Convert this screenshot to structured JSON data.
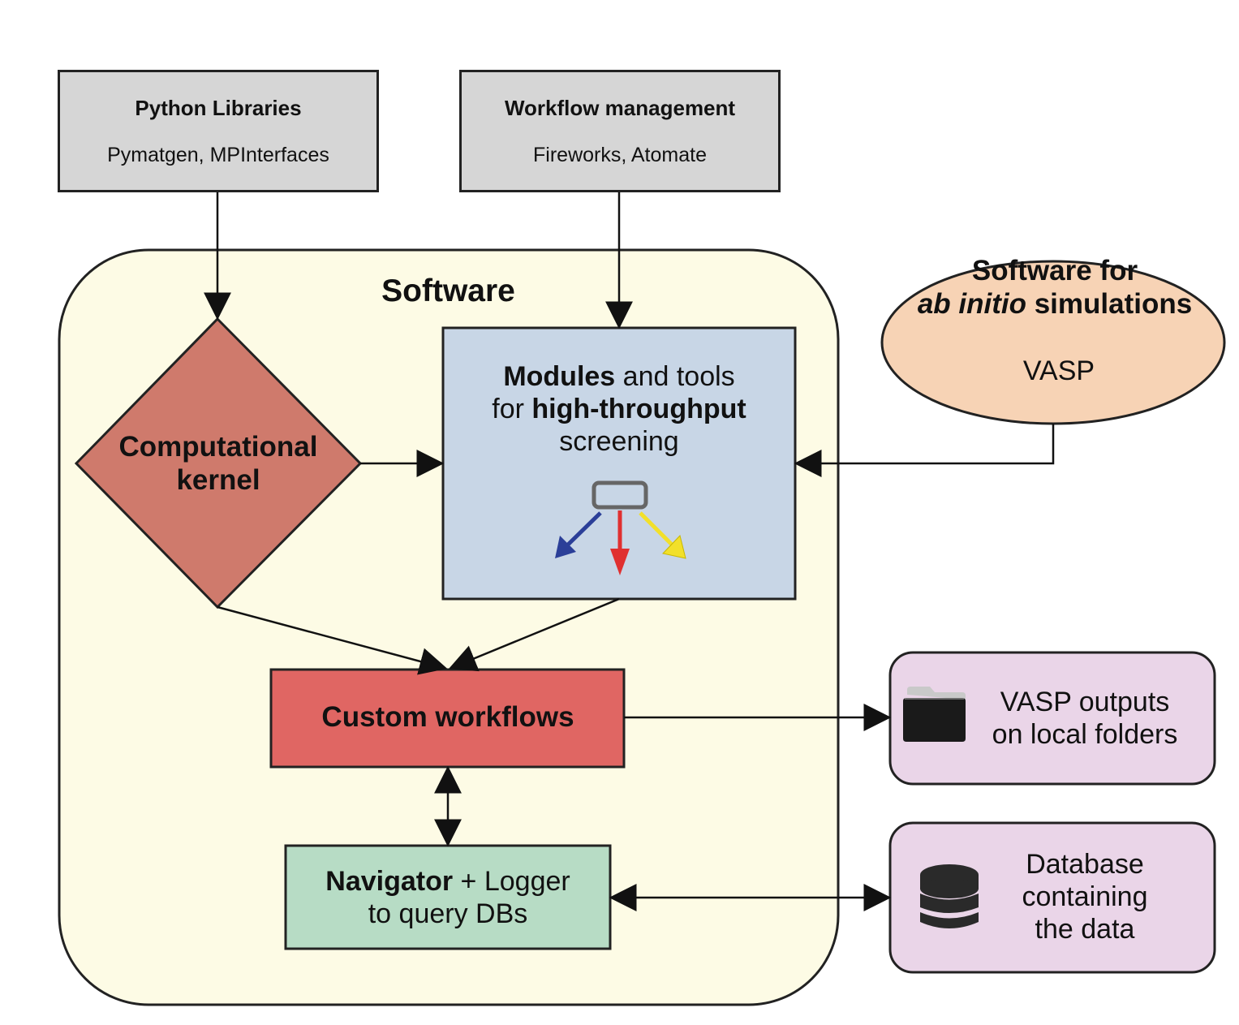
{
  "python_libraries": {
    "title": "Python Libraries",
    "subtitle": "Pymatgen, MPInterfaces"
  },
  "workflow_management": {
    "title": "Workflow management",
    "subtitle": "Fireworks, Atomate"
  },
  "software": {
    "label": "Software"
  },
  "computational_kernel": {
    "line1": "Computational",
    "line2": "kernel"
  },
  "modules": {
    "line1_bold": "Modules",
    "line1_rest": " and tools",
    "line2_pre": "for ",
    "line2_bold": "high-throughput",
    "line3": "screening"
  },
  "ab_initio": {
    "line1": "Software for",
    "line2_italic": "ab initio",
    "line2_rest": " simulations",
    "sub": "VASP"
  },
  "custom_workflows": {
    "label": "Custom workflows"
  },
  "navigator": {
    "line1_bold": "Navigator",
    "line1_rest": " + Logger",
    "line2": "to query DBs"
  },
  "vasp_outputs": {
    "line1": "VASP outputs",
    "line2": "on local folders"
  },
  "database": {
    "line1": "Database",
    "line2": "containing",
    "line3": "the data"
  },
  "colors": {
    "gray_box": "#d6d6d6",
    "software_bg": "#fdfbe5",
    "kernel": "#cf7a6c",
    "modules": "#c8d6e6",
    "ab_initio": "#f7d3b5",
    "workflows": "#e06663",
    "navigator": "#b7dcc5",
    "storage": "#ead5e8"
  },
  "icons": [
    "folder-icon",
    "database-icon",
    "branch-arrows-icon"
  ]
}
